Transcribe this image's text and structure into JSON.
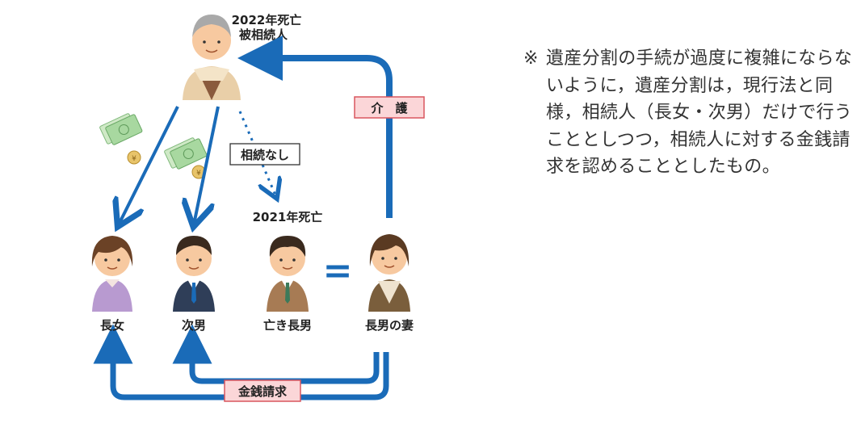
{
  "deceased_parent": {
    "year_label": "2022年死亡",
    "role_label": "被相続人"
  },
  "deceased_son_year": "2021年死亡",
  "persons": {
    "eldest_daughter": "長女",
    "second_son": "次男",
    "late_eldest_son": "亡き長男",
    "eldest_son_wife": "長男の妻"
  },
  "labels": {
    "no_inheritance": "相続なし",
    "care": "介　護",
    "monetary_claim": "金銭請求"
  },
  "equals_sign": "=",
  "note": {
    "mark": "※",
    "text": "遺産分割の手続が過度に複雑にならないように，遺産分割は，現行法と同様，相続人（長女・次男）だけで行うこととしつつ，相続人に対する金銭請求を認めることとしたもの。"
  },
  "colors": {
    "arrow_blue": "#1a6bb8",
    "label_box_fill": "#fbd6d8",
    "label_box_border": "#d9565f",
    "money_green": "#a8d8a0"
  }
}
